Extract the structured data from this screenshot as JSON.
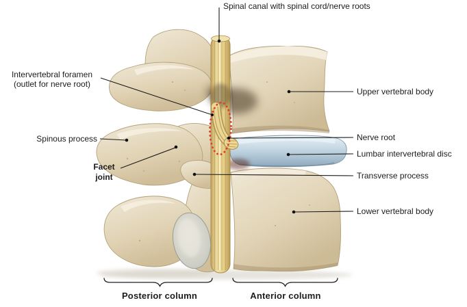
{
  "diagram": {
    "type": "anatomical-illustration",
    "subject": "Lumbar spine functional segment (lateral view) with posterior and anterior columns",
    "labels": {
      "spinal_canal": "Spinal canal with spinal cord/nerve roots",
      "foramen_line1": "Intervertebral foramen",
      "foramen_line2": "(outlet for nerve root)",
      "spinous_process": "Spinous process",
      "facet_line1": "Facet",
      "facet_line2": "joint",
      "upper_vertebral_body": "Upper vertebral body",
      "nerve_root": "Nerve root",
      "lumbar_disc": "Lumbar intervertebral disc",
      "transverse_process": "Transverse process",
      "lower_vertebral_body": "Lower vertebral body",
      "posterior_column": "Posterior column",
      "anterior_column": "Anterior column"
    },
    "colors": {
      "background": "#ffffff",
      "bone": "#e4d7bb",
      "bone_shade": "#c9b58f",
      "bone_highlight": "#f6f0e2",
      "spinal_cord_yellow": "#ead790",
      "cord_stripe": "#bfa058",
      "disc_blue": "#bed3e0",
      "disc_shade": "#7e98ab",
      "foramen_dotted_red": "#e23b28",
      "facet_cartilage_grey": "#d3d3ca",
      "leader_line": "#1b1b1b",
      "text": "#1b1b1b"
    }
  }
}
